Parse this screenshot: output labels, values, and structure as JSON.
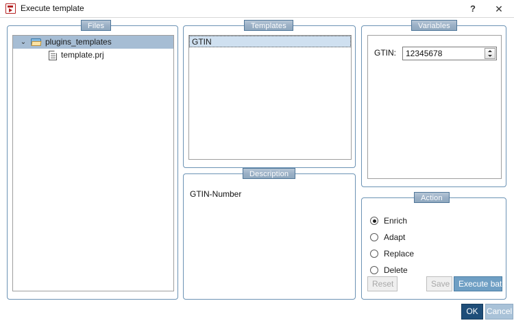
{
  "window": {
    "title": "Execute template",
    "icon": "execute-template-icon",
    "help_label": "?",
    "close_label": "✕"
  },
  "files": {
    "group_title": "Files",
    "tree": [
      {
        "label": "plugins_templates",
        "type": "folder",
        "expanded": true,
        "chevron": "⌄",
        "selected": true
      },
      {
        "label": "template.prj",
        "type": "file",
        "selected": false
      }
    ]
  },
  "templates": {
    "group_title": "Templates",
    "items": [
      {
        "label": "GTIN",
        "selected": true
      }
    ]
  },
  "description": {
    "group_title": "Description",
    "text": "GTIN-Number"
  },
  "variables": {
    "group_title": "Variables",
    "fields": [
      {
        "label": "GTIN:",
        "value": "12345678",
        "control": "spinner"
      }
    ]
  },
  "action": {
    "group_title": "Action",
    "options": [
      {
        "label": "Enrich",
        "selected": true
      },
      {
        "label": "Adapt",
        "selected": false
      },
      {
        "label": "Replace",
        "selected": false
      },
      {
        "label": "Delete",
        "selected": false
      }
    ],
    "buttons": {
      "reset": "Reset",
      "save": "Save",
      "execute_batch": "Execute batch"
    }
  },
  "footer": {
    "ok": "OK",
    "cancel": "Cancel"
  },
  "colors": {
    "group_border": "#6a92b4",
    "group_title_bg": "#9bb0c6",
    "tree_selection": "#a6bdd4",
    "list_selection": "#cfe0f0",
    "primary_button": "#6f9fc4",
    "ok_button": "#1f4e79",
    "cancel_button": "#a9c2d8",
    "title_icon_red": "#b42121"
  }
}
